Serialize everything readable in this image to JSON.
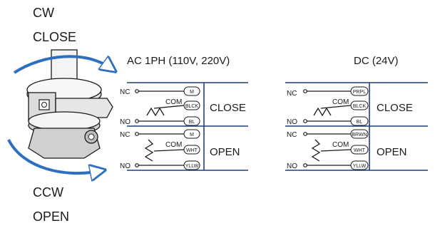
{
  "actuator": {
    "cw_label": "CW",
    "close_label": "CLOSE",
    "ccw_label": "CCW",
    "open_label": "OPEN"
  },
  "ac_panel": {
    "title": "AC 1PH (110V, 220V)",
    "close": {
      "nc": "NC",
      "com": "COM",
      "no": "NO",
      "tags": [
        "M",
        "BLCK",
        "BL"
      ],
      "label": "CLOSE"
    },
    "open": {
      "nc": "NC",
      "com": "COM",
      "no": "NO",
      "tags": [
        "M",
        "WHT",
        "YLLW"
      ],
      "label": "OPEN"
    }
  },
  "dc_panel": {
    "title": "DC (24V)",
    "close": {
      "nc": "NC",
      "com": "COM",
      "no": "NO",
      "tags": [
        "PRPL",
        "BLCK",
        "BL"
      ],
      "label": "CLOSE"
    },
    "open": {
      "nc": "NC",
      "com": "COM",
      "no": "NO",
      "tags": [
        "BRWN",
        "WHT",
        "YLLW"
      ],
      "label": "OPEN"
    }
  },
  "colors": {
    "arrow": "#2f6fbf",
    "bus": "#1f3f7f",
    "line": "#1a1a1a"
  }
}
